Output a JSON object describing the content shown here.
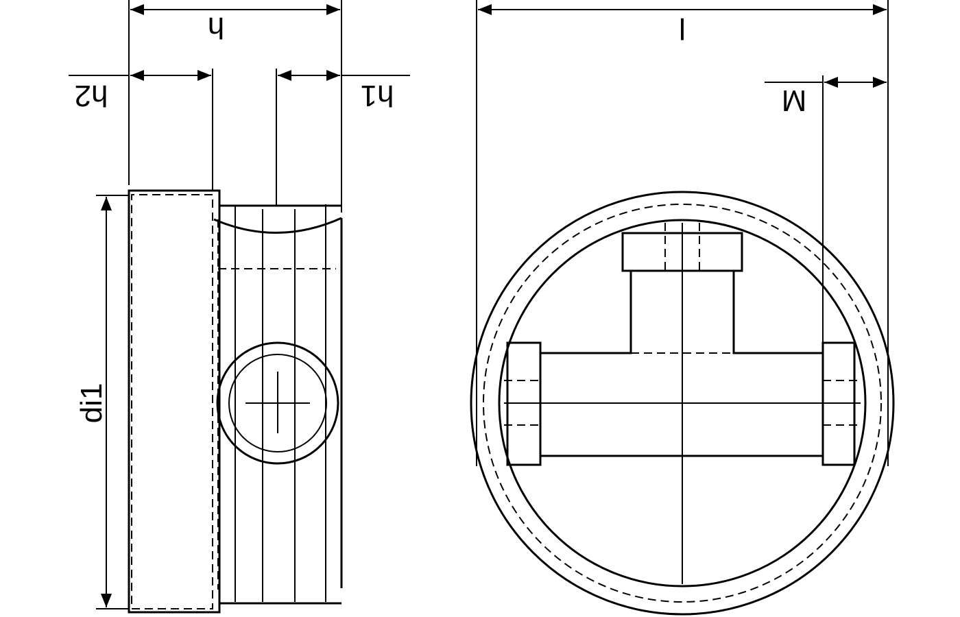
{
  "dimensions": {
    "h": "h",
    "h1": "h1",
    "h2": "h2",
    "di1": "di1",
    "l": "l",
    "M": "M"
  }
}
